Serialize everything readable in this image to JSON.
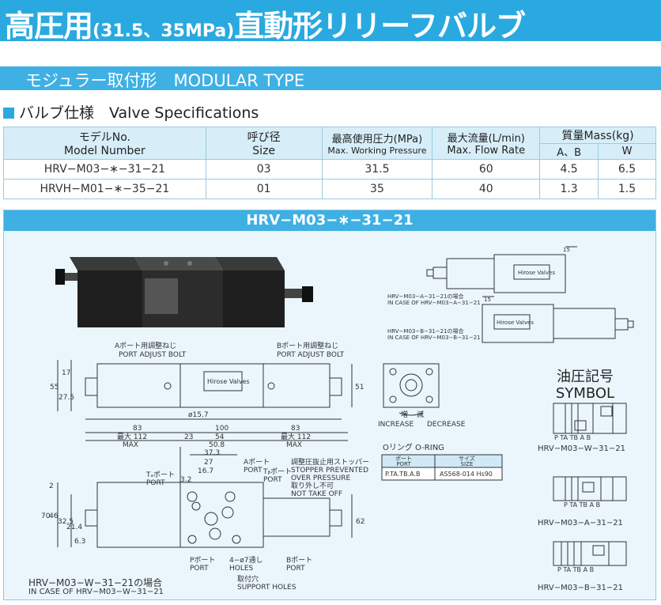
{
  "header": {
    "title_main_a": "高圧用",
    "title_sub": "(31.5、35MPa)",
    "title_main_b": "直動形リリーフバルブ"
  },
  "section": {
    "title": "モジュラー取付形　MODULAR  TYPE"
  },
  "specs": {
    "heading": "バルブ仕様　Valve Specifications",
    "columns": {
      "model_jp": "モデルNo.",
      "model_en": "Model Number",
      "size_jp": "呼び径",
      "size_en": "Size",
      "pressure_jp": "最高使用圧力(MPa)",
      "pressure_en": "Max. Working Pressure",
      "flow_jp": "最大流量(L/min)",
      "flow_en": "Max. Flow Rate",
      "mass": "質量Mass(kg)",
      "mass_ab": "A、B",
      "mass_w": "W"
    },
    "rows": [
      {
        "model": "HRV−M03−∗−31−21",
        "size": "03",
        "pressure": "31.5",
        "flow": "60",
        "mass_ab": "4.5",
        "mass_w": "6.5"
      },
      {
        "model": "HRVH−M01−∗−35−21",
        "size": "01",
        "pressure": "35",
        "flow": "40",
        "mass_ab": "1.3",
        "mass_w": "1.5"
      }
    ]
  },
  "drawing": {
    "title": "HRV−M03−∗−31−21",
    "a_port_bolt_jp": "Aポート用調整ねじ",
    "a_port_bolt_en": "PORT ADJUST BOLT",
    "b_port_bolt_jp": "Bポート用調整ねじ",
    "b_port_bolt_en": "PORT ADJUST BOLT",
    "brand": "Hirose Valves",
    "case_a_jp": "HRV−M03−A−31−21の場合",
    "case_a_en": "IN CASE OF HRV−M03−A−31−21",
    "case_b_jp": "HRV−M03−B−31−21の場合",
    "case_b_en": "IN CASE OF HRV−M03−B−31−21",
    "increase": "INCREASE",
    "decrease": "DECREASE",
    "inc_jp": "増",
    "dec_jp": "減",
    "dims": {
      "d17": "17",
      "d55": "55",
      "d27_5": "27.5",
      "d51": "51",
      "d15_7": "ø15.7",
      "d83a": "83",
      "d100": "100",
      "d83b": "83",
      "max112a": "最大 112",
      "max_a": "MAX",
      "d23": "23",
      "d54": "54",
      "max112b": "最大 112",
      "max_b": "MAX",
      "d50_8": "50.8",
      "d37_3": "37.3",
      "d27": "27",
      "d16_7": "16.7",
      "d3_2": "3.2",
      "d70": "70",
      "d46": "46",
      "d32_5": "32.5",
      "d21_4": "21.4",
      "d6_3": "6.3",
      "d62": "62",
      "d2": "2",
      "d15a": "15",
      "d15b": "15"
    },
    "ports": {
      "ta_jp": "Tₐポート",
      "port": "PORT",
      "a_jp": "Aポート",
      "tb_jp": "Tᵦポート",
      "p_jp": "Pポート",
      "b_jp": "Bポート",
      "holes": "4−ø7通し",
      "holes_en": "HOLES",
      "support_jp": "取付穴",
      "support_en": "SUPPORT HOLES"
    },
    "stopper_jp": "調整圧抜止用ストッパー",
    "stopper_en1": "STOPPER PREVENTED",
    "stopper_en2": "OVER PRESSURE",
    "take_off_jp": "取り外し不可",
    "take_off_en": "NOT TAKE OFF",
    "oring": {
      "title": "Oリング  O-RING",
      "col_port_jp": "ポート",
      "col_port_en": "PORT",
      "col_size_jp": "サイズ",
      "col_size_en": "SIZE",
      "row_port": "P.TA.TB.A.B",
      "row_size": "AS568-014 Hs90"
    },
    "case_w_jp": "HRV−M03−W−31−21の場合",
    "case_w_en": "IN CASE OF HRV−M03−W−31−21"
  },
  "symbol": {
    "title_jp": "油圧記号",
    "title_en": "SYMBOL",
    "captions": [
      "HRV−M03−W−31−21",
      "HRV−M03−A−31−21",
      "HRV−M03−B−31−21"
    ],
    "port_labels_w": "P TA TB   A    B",
    "port_labels_a": "P  TA TB    A B",
    "port_labels_b": "P TA TB A     B"
  }
}
